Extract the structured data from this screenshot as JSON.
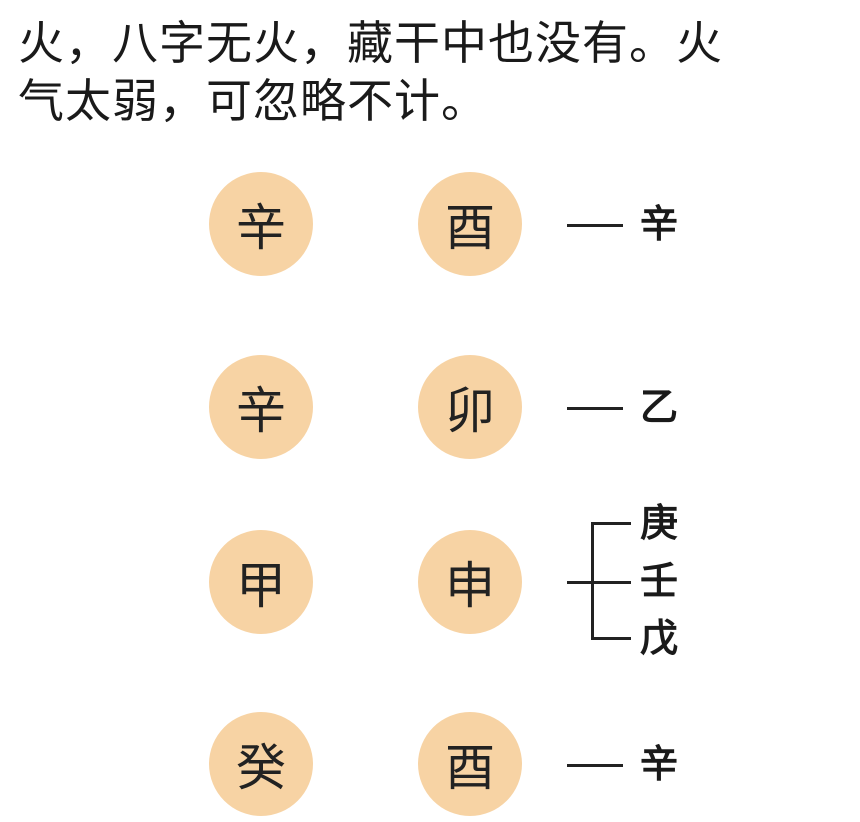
{
  "intro": {
    "line1": "火，八字无火，藏干中也没有。火",
    "line2": "气太弱，可忽略不计。"
  },
  "pillars": [
    {
      "stem": "辛",
      "branch": "酉",
      "hidden": [
        "辛"
      ]
    },
    {
      "stem": "辛",
      "branch": "卯",
      "hidden": [
        "乙"
      ]
    },
    {
      "stem": "甲",
      "branch": "申",
      "hidden": [
        "庚",
        "壬",
        "戊"
      ]
    },
    {
      "stem": "癸",
      "branch": "酉",
      "hidden": [
        "辛"
      ]
    }
  ],
  "colors": {
    "circle_fill": "#f7d3a4",
    "text": "#1a1a1a"
  }
}
